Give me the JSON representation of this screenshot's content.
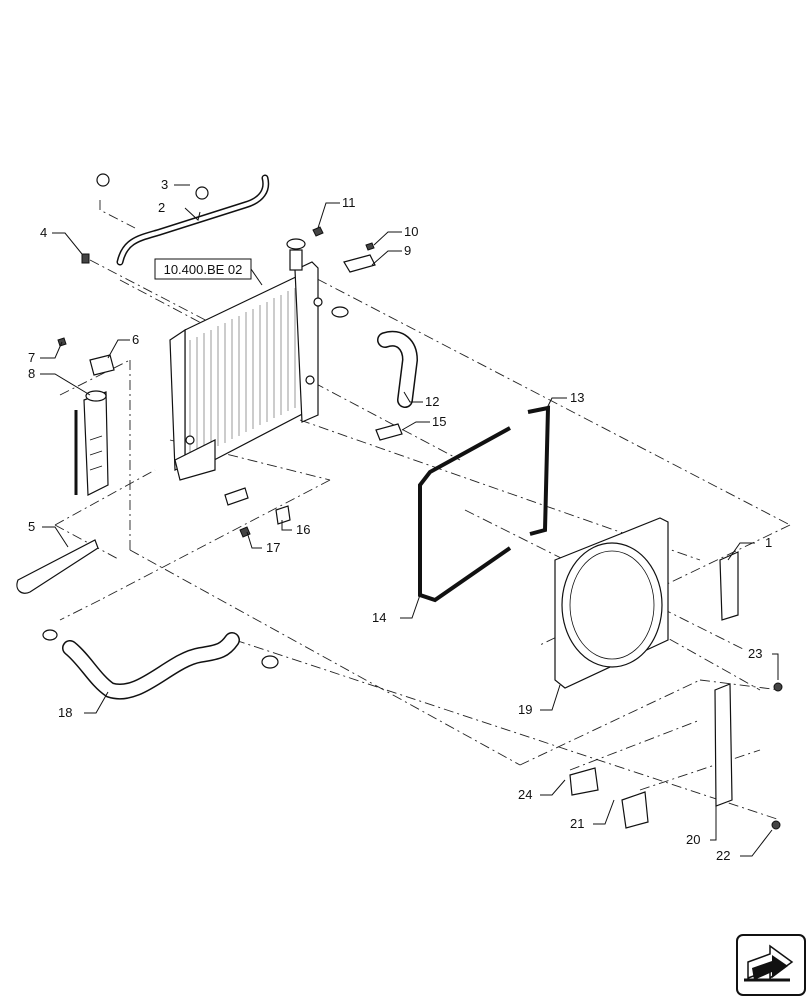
{
  "diagram": {
    "reference_label": "10.400.BE 02",
    "callouts": [
      {
        "id": "1",
        "label": "1"
      },
      {
        "id": "2",
        "label": "2"
      },
      {
        "id": "3",
        "label": "3"
      },
      {
        "id": "4",
        "label": "4"
      },
      {
        "id": "5",
        "label": "5"
      },
      {
        "id": "6",
        "label": "6"
      },
      {
        "id": "7",
        "label": "7"
      },
      {
        "id": "8",
        "label": "8"
      },
      {
        "id": "9",
        "label": "9"
      },
      {
        "id": "10",
        "label": "10"
      },
      {
        "id": "11",
        "label": "11"
      },
      {
        "id": "12",
        "label": "12"
      },
      {
        "id": "13",
        "label": "13"
      },
      {
        "id": "14",
        "label": "14"
      },
      {
        "id": "15",
        "label": "15"
      },
      {
        "id": "16",
        "label": "16"
      },
      {
        "id": "17",
        "label": "17"
      },
      {
        "id": "18",
        "label": "18"
      },
      {
        "id": "19",
        "label": "19"
      },
      {
        "id": "20",
        "label": "20"
      },
      {
        "id": "21",
        "label": "21"
      },
      {
        "id": "22",
        "label": "22"
      },
      {
        "id": "23",
        "label": "23"
      },
      {
        "id": "24",
        "label": "24"
      }
    ],
    "icons": {
      "navigation": "next-page-arrow-icon"
    }
  }
}
